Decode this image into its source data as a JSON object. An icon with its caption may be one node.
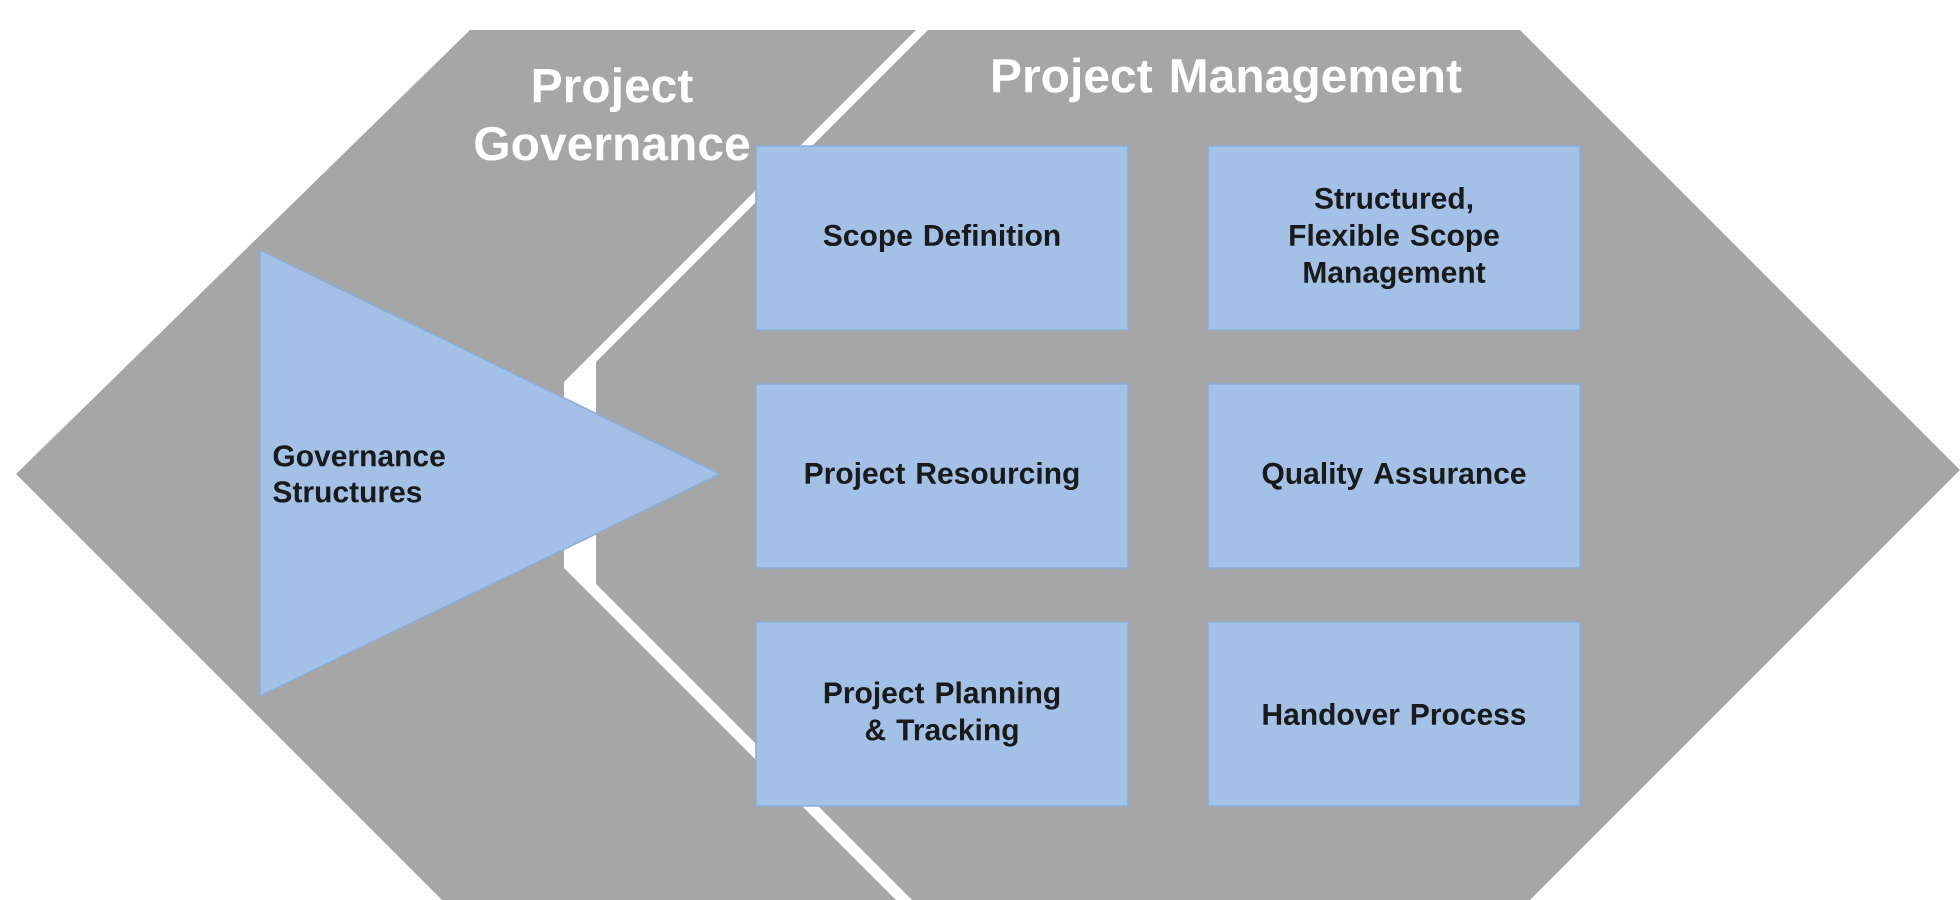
{
  "diagram": {
    "nodes": [
      {
        "text": [
          "Project Governance"
        ]
      },
      {
        "text": [
          "Project Management"
        ]
      },
      {
        "text": [
          "Governance Structures"
        ],
        "in": 0
      },
      {
        "text": [
          "Scope Definition"
        ],
        "in": 1
      },
      {
        "text": [
          "Structured, Flexible Scope Management"
        ],
        "in": 1
      },
      {
        "text": [
          "Project Resourcing"
        ],
        "in": 1
      },
      {
        "text": [
          "Quality Assurance"
        ],
        "in": 1
      },
      {
        "text": [
          "Project Planning & Tracking"
        ],
        "in": 1
      },
      {
        "text": [
          "Handover Process"
        ],
        "in": 1
      }
    ]
  }
}
